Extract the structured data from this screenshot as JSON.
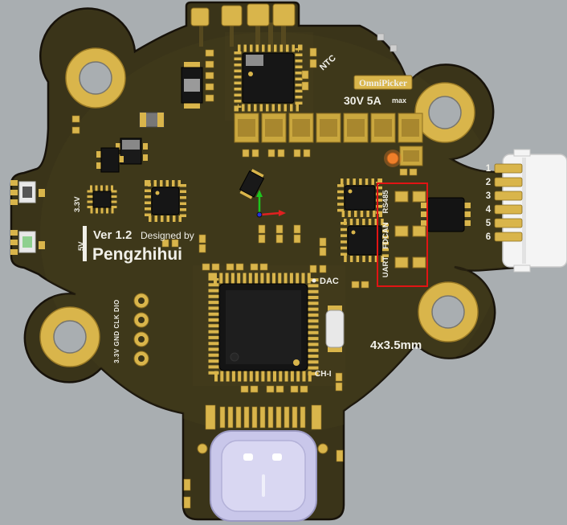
{
  "board": {
    "badge": "OmniPicker",
    "rating": "30V 5A",
    "rating_suffix": "max",
    "version": "Ver 1.2",
    "designed_by": "Designed by",
    "designer": "Pengzhihui",
    "mount_spec": "4x3.5mm",
    "labels": {
      "ntc": "NTC",
      "dac": "DAC",
      "ch1": "CH-I",
      "v33": "3.3V",
      "v5": "5V",
      "rs485": "RS485",
      "fdcan": "FDCAN",
      "uart": "UART",
      "debug": "3.3V GND CLK DIO"
    },
    "pin_numbers": [
      "1",
      "2",
      "3",
      "4",
      "5",
      "6"
    ],
    "colors": {
      "background": "#a9aeb1",
      "board": "#3a3419",
      "pad_gold": "#d9b54b",
      "silkscreen": "#f0efe8",
      "annotation_red": "#e11414",
      "pin_number_green": "#3cb043",
      "led_orange": "#ef7f2a",
      "usb_shell": "#c9c7ea",
      "connector_white": "#f4f4f4"
    }
  }
}
